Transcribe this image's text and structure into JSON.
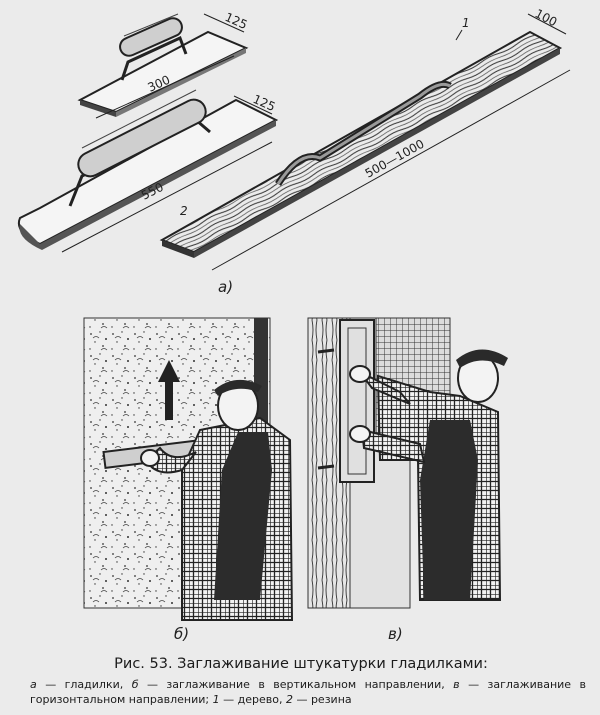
{
  "figure": {
    "part_a": {
      "label": "а)",
      "small_trowel": {
        "width_dim": "125",
        "length_dim": "300"
      },
      "large_trowel": {
        "width_dim": "125",
        "length_dim": "550"
      },
      "long_float": {
        "width_dim": "100",
        "length_dim": "500—1000",
        "label_wood": "1",
        "label_rubber": "2"
      }
    },
    "part_b": {
      "label": "б)"
    },
    "part_v": {
      "label": "в)"
    }
  },
  "caption": {
    "title": "Рис. 53. Заглаживание штукатурки гладилками:",
    "legend": {
      "k1": "а",
      "t1": " — гладилки, ",
      "k2": "б",
      "t2": " — заглаживание в вертикальном направлении, ",
      "k3": "в",
      "t3": " — заглаживание в горизонтальном направлении; ",
      "k4": "1",
      "t4": " — дерево, ",
      "k5": "2",
      "t5": " — резина"
    }
  }
}
